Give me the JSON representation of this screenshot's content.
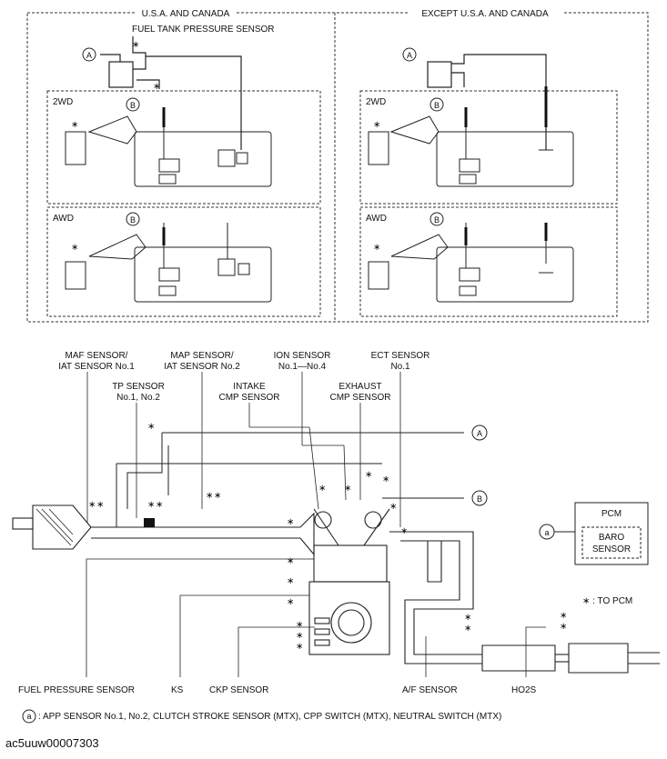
{
  "top_panels": {
    "left_title": "U.S.A. AND CANADA",
    "right_title": "EXCEPT U.S.A. AND CANADA",
    "fuel_tank_sensor": "FUEL TANK PRESSURE SENSOR",
    "wd2": "2WD",
    "awd": "AWD",
    "marker_a": "A",
    "marker_b": "B",
    "asterisk": "∗"
  },
  "labels": {
    "maf_1": "MAF SENSOR/",
    "maf_2": "IAT SENSOR No.1",
    "map_1": "MAP SENSOR/",
    "map_2": "IAT SENSOR No.2",
    "ion_1": "ION SENSOR",
    "ion_2": "No.1—No.4",
    "ect_1": "ECT SENSOR",
    "ect_2": "No.1",
    "tp_1": "TP SENSOR",
    "tp_2": "No.1, No.2",
    "intake_1": "INTAKE",
    "intake_2": "CMP SENSOR",
    "exhaust_1": "EXHAUST",
    "exhaust_2": "CMP SENSOR",
    "pcm": "PCM",
    "baro_1": "BARO",
    "baro_2": "SENSOR",
    "legend_a": "a",
    "to_pcm": "∗ : TO PCM",
    "fuel_pressure": "FUEL PRESSURE SENSOR",
    "ks": "KS",
    "ckp": "CKP SENSOR",
    "af": "A/F SENSOR",
    "ho2s": "HO2S",
    "note_a": ": APP SENSOR No.1, No.2, CLUTCH STROKE SENSOR (MTX), CPP SWITCH (MTX), NEUTRAL SWITCH (MTX)"
  },
  "footer": {
    "code": "ac5uuw00007303"
  }
}
